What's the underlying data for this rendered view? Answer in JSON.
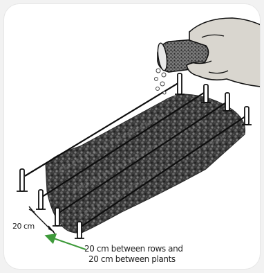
{
  "figure": {
    "row_spacing_label": "20 cm",
    "caption_line_1": "20 cm between rows and",
    "caption_line_2": "20 cm between plants",
    "colors": {
      "soil": "#3a3a3a",
      "soil_light": "#6d6d6d",
      "outline": "#111111",
      "hand": "#d9d6cf",
      "arrow": "#3e9a3a"
    },
    "icons": [
      "hand-icon",
      "seed-shaker-icon",
      "row-stake-icon",
      "string-line-icon"
    ]
  }
}
